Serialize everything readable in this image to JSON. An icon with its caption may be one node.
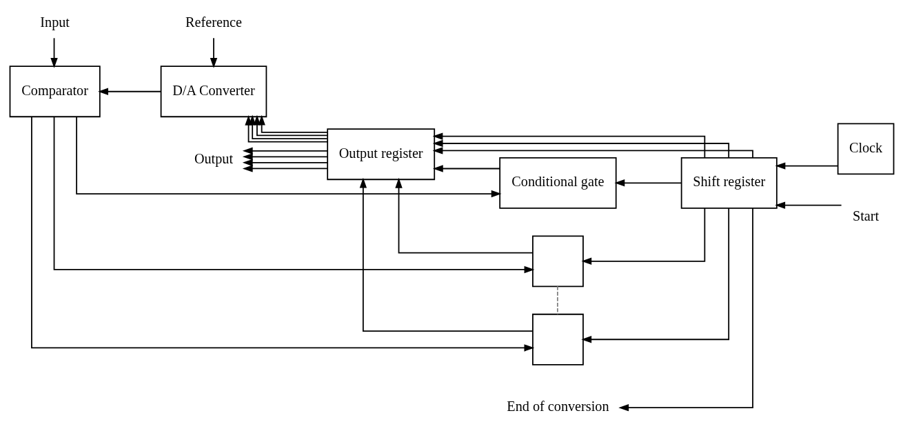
{
  "diagram": {
    "nodes": [
      {
        "text": [
          "Input"
        ]
      },
      {
        "text": [
          "Comparator"
        ]
      },
      {
        "text": [
          "Reference"
        ]
      },
      {
        "text": [
          "D/A Converter"
        ]
      },
      {
        "text": [
          "Output register"
        ]
      },
      {
        "text": [
          "Conditional gate"
        ]
      },
      {
        "text": [],
        "shape": "box"
      },
      {
        "text": [],
        "shape": "box"
      },
      {
        "text": [
          "Shift register"
        ]
      },
      {
        "text": [
          "Clock"
        ]
      },
      {
        "text": [
          "Start"
        ]
      },
      {
        "text": [
          "End of conversion"
        ]
      },
      {
        "text": [
          "Output"
        ]
      }
    ],
    "edges": [
      {
        "from": 0,
        "to": 1,
        "arrow": "to"
      },
      {
        "from": 3,
        "to": 1,
        "arrow": "to"
      },
      {
        "from": 2,
        "to": 3,
        "arrow": "to"
      },
      {
        "from": 4,
        "to": 3,
        "arrow": "to"
      },
      {
        "from": 4,
        "to": 3,
        "arrow": "to"
      },
      {
        "from": 4,
        "to": 3,
        "arrow": "to"
      },
      {
        "from": 4,
        "to": 3,
        "arrow": "to"
      },
      {
        "from": 1,
        "to": 5,
        "arrow": "to"
      },
      {
        "from": 1,
        "to": 6,
        "arrow": "to"
      },
      {
        "from": 1,
        "to": 7,
        "arrow": "to"
      },
      {
        "from": 8,
        "to": 5,
        "arrow": "to"
      },
      {
        "from": 8,
        "to": 4,
        "arrow": "to"
      },
      {
        "from": 5,
        "to": 4,
        "arrow": "to"
      },
      {
        "from": 6,
        "to": 4,
        "arrow": "to"
      },
      {
        "from": 8,
        "to": 6,
        "arrow": "to"
      },
      {
        "from": 8,
        "to": 4,
        "arrow": "to"
      },
      {
        "from": 8,
        "to": 7,
        "arrow": "to"
      },
      {
        "from": 8,
        "to": 4,
        "arrow": "to"
      },
      {
        "from": 7,
        "to": 4,
        "arrow": "to"
      },
      {
        "from": 6,
        "to": 7,
        "arrow": "none",
        "style": "dashed",
        "color": "#808080"
      },
      {
        "from": 9,
        "to": 8,
        "arrow": "to"
      },
      {
        "from": 10,
        "to": 8,
        "arrow": "to"
      },
      {
        "from": 8,
        "to": 11,
        "arrow": "to"
      },
      {
        "from": 4,
        "to": 12,
        "arrow": "to"
      },
      {
        "from": 4,
        "to": 12,
        "arrow": "to"
      },
      {
        "from": 4,
        "to": 12,
        "arrow": "to"
      },
      {
        "from": 4,
        "to": 12,
        "arrow": "to"
      }
    ]
  }
}
